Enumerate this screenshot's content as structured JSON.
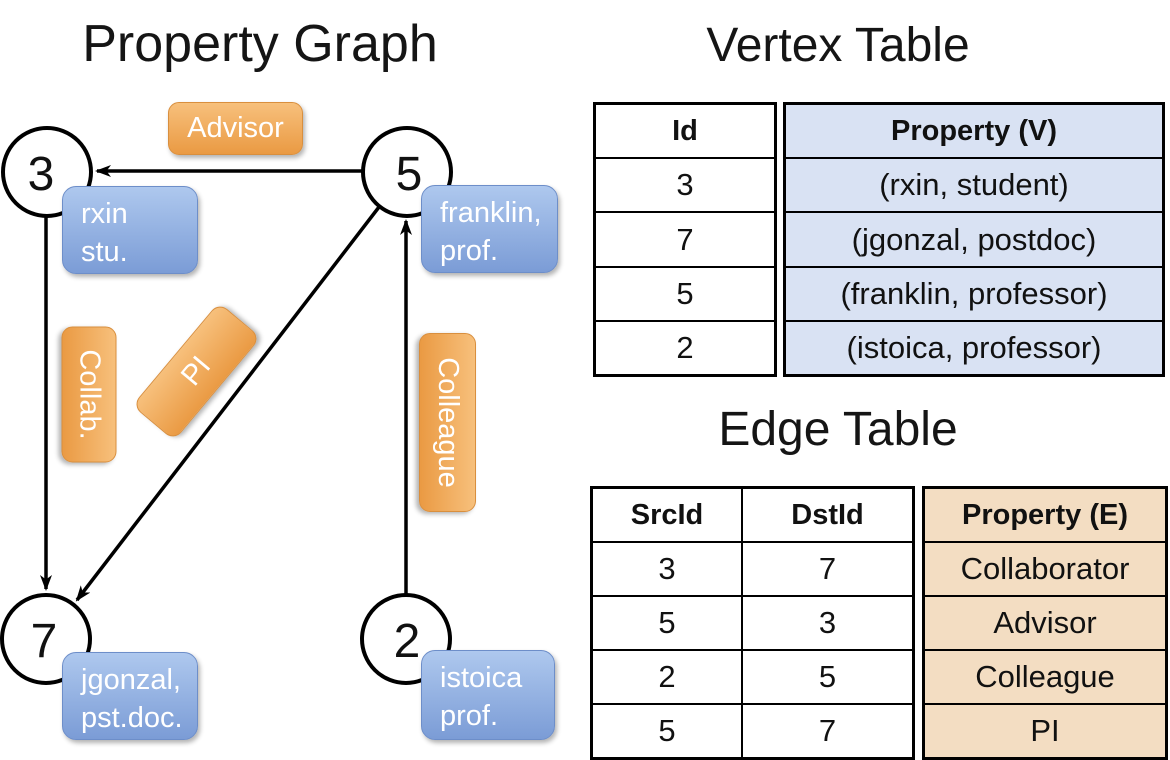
{
  "graph": {
    "title": "Property Graph",
    "nodes": [
      {
        "id": "3",
        "property_lines": [
          "rxin",
          "stu."
        ]
      },
      {
        "id": "5",
        "property_lines": [
          "franklin,",
          "prof."
        ]
      },
      {
        "id": "7",
        "property_lines": [
          "jgonzal,",
          "pst.doc."
        ]
      },
      {
        "id": "2",
        "property_lines": [
          "istoica",
          "prof."
        ]
      }
    ],
    "edges": [
      {
        "src": "5",
        "dst": "3",
        "label": "Advisor"
      },
      {
        "src": "3",
        "dst": "7",
        "label": "Collab."
      },
      {
        "src": "5",
        "dst": "7",
        "label": "PI"
      },
      {
        "src": "2",
        "dst": "5",
        "label": "Colleague"
      }
    ]
  },
  "vertex_table": {
    "title": "Vertex Table",
    "columns": [
      "Id",
      "Property (V)"
    ],
    "rows": [
      [
        "3",
        "(rxin, student)"
      ],
      [
        "7",
        "(jgonzal, postdoc)"
      ],
      [
        "5",
        "(franklin, professor)"
      ],
      [
        "2",
        "(istoica, professor)"
      ]
    ]
  },
  "edge_table": {
    "title": "Edge Table",
    "columns": [
      "SrcId",
      "DstId",
      "Property (E)"
    ],
    "rows": [
      [
        "3",
        "7",
        "Collaborator"
      ],
      [
        "5",
        "3",
        "Advisor"
      ],
      [
        "2",
        "5",
        "Colleague"
      ],
      [
        "5",
        "7",
        "PI"
      ]
    ]
  },
  "colors": {
    "edge_label_orange_top": "#f7c07c",
    "edge_label_orange_bottom": "#ea9a43",
    "vertex_box_blue_top": "#aec8ee",
    "vertex_box_blue_bottom": "#7b9cd6",
    "vertex_table_fill": "#d9e2f3",
    "edge_table_fill": "#f3ddc2",
    "line_color": "#000000",
    "background": "#ffffff"
  }
}
